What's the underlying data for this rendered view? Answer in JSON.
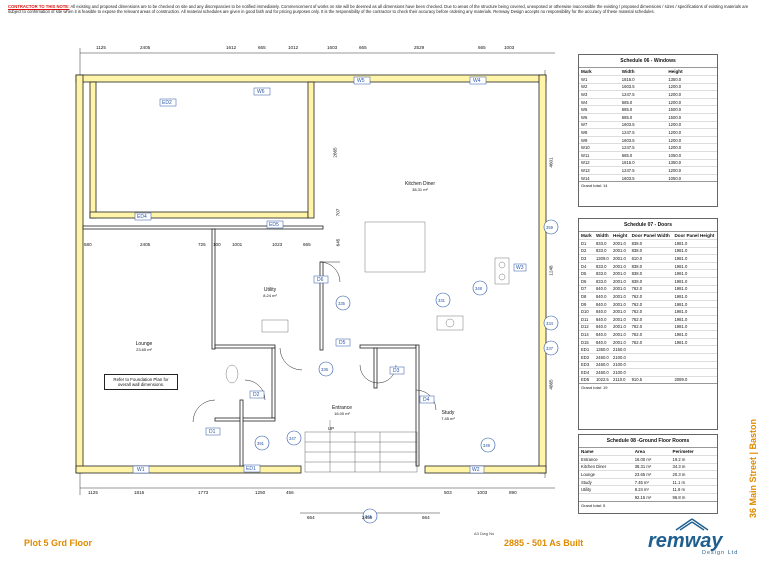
{
  "note": {
    "heading": "CONTRACTOR TO THIS NOTE:",
    "text": "All existing and proposed dimensions are to be checked on site and any discrepancies to be notified immediately. Commencement of works on site will be deemed as all dimensions have been checked. Due to areas of the structure being covered, unexposed or otherwise inaccessible the existing / proposed dimensions / sizes / specifications of existing materials are subject to confirmation of site when it is feasible to expose the relevant areas of construction. All material schedules are given in good faith and for pricing purposes only. It is the responsibility of the contractor to check their accuracy before ordering any materials. Remway Design accepts no responsibility for the accuracy of these material schedules."
  },
  "dims_top": [
    "1125",
    "2405",
    "1612",
    "665",
    "1012",
    "1603",
    "665",
    "2529",
    "665",
    "1003"
  ],
  "dims_bottom": [
    "1125",
    "1816",
    "1773",
    "1250",
    "456",
    "503",
    "1003",
    "890"
  ],
  "dims_bottom2": [
    "664",
    "2450",
    "664"
  ],
  "dims_right": [
    "4601",
    "1248",
    "4865"
  ],
  "dims_inner": [
    "580",
    "2405",
    "725",
    "100",
    "1001",
    "1023",
    "665"
  ],
  "dims_vert": [
    "2665",
    "707",
    "645"
  ],
  "rooms": {
    "kitchen": {
      "name": "Kitchen Diner",
      "area": "38.31 m²"
    },
    "utility": {
      "name": "Utility",
      "area": "8.24 m²"
    },
    "lounge": {
      "name": "Lounge",
      "area": "23.65 m²"
    },
    "entrance": {
      "name": "Entrance",
      "area": "16.00 m²"
    },
    "study": {
      "name": "Study",
      "area": "7.45 m²"
    }
  },
  "refer_note": [
    "Refer to Foundation Plan for",
    "overall wall dimensions."
  ],
  "up_label": "UP",
  "tags": {
    "windows": [
      "W6",
      "W5",
      "W4",
      "W3",
      "W1",
      "W2"
    ],
    "ext_doors": [
      "ED2",
      "ED4",
      "ED5",
      "ED1"
    ],
    "doors": [
      "D5",
      "D6",
      "D1",
      "D2",
      "D3",
      "D4"
    ],
    "circles": [
      "359",
      "334",
      "337",
      "348",
      "331",
      "335",
      "336",
      "347",
      "349",
      "391",
      "341"
    ]
  },
  "windows": {
    "title": "Schedule 06 - Windows",
    "cols": [
      "Mark",
      "Width",
      "Height"
    ],
    "rows": [
      [
        "W1",
        "1816.0",
        "1350.0"
      ],
      [
        "W2",
        "1603.5",
        "1200.0"
      ],
      [
        "W3",
        "1247.5",
        "1200.0"
      ],
      [
        "W4",
        "685.0",
        "1200.0"
      ],
      [
        "W5",
        "685.0",
        "1500.0"
      ],
      [
        "W6",
        "685.0",
        "1500.0"
      ],
      [
        "W7",
        "1603.5",
        "1200.0"
      ],
      [
        "W8",
        "1247.5",
        "1200.0"
      ],
      [
        "W9",
        "1603.5",
        "1200.0"
      ],
      [
        "W10",
        "1247.5",
        "1200.0"
      ],
      [
        "W11",
        "685.0",
        "1050.0"
      ],
      [
        "W12",
        "1816.0",
        "1350.0"
      ],
      [
        "W13",
        "1247.5",
        "1200.0"
      ],
      [
        "W14",
        "1603.5",
        "1050.0"
      ]
    ],
    "footer": "Grand total: 14"
  },
  "doors": {
    "title": "Schedule 07 - Doors",
    "cols": [
      "Mark",
      "Width",
      "Height",
      "Door Panel Width",
      "Door Panel Height"
    ],
    "rows": [
      [
        "D1",
        "833.0",
        "2001.0",
        "838.0",
        "1981.0"
      ],
      [
        "D2",
        "833.0",
        "2001.0",
        "838.0",
        "1981.0"
      ],
      [
        "D3",
        "1309.0",
        "2001.0",
        "610.0",
        "1981.0"
      ],
      [
        "D4",
        "833.0",
        "2001.0",
        "838.0",
        "1981.0"
      ],
      [
        "D5",
        "833.0",
        "2001.0",
        "838.0",
        "1981.0"
      ],
      [
        "D6",
        "833.0",
        "2001.0",
        "838.0",
        "1981.0"
      ],
      [
        "D7",
        "840.0",
        "2001.0",
        "762.0",
        "1981.0"
      ],
      [
        "D8",
        "840.0",
        "2001.0",
        "762.0",
        "1981.0"
      ],
      [
        "D9",
        "840.0",
        "2001.0",
        "762.0",
        "1981.0"
      ],
      [
        "D10",
        "840.0",
        "2001.0",
        "762.0",
        "1981.0"
      ],
      [
        "D11",
        "840.0",
        "2001.0",
        "762.0",
        "1981.0"
      ],
      [
        "D12",
        "840.0",
        "2001.0",
        "762.0",
        "1981.0"
      ],
      [
        "D14",
        "840.0",
        "2001.0",
        "762.0",
        "1981.0"
      ],
      [
        "D15",
        "840.0",
        "2001.0",
        "762.0",
        "1981.0"
      ],
      [
        "ED1",
        "1350.0",
        "2150.0",
        "",
        ""
      ],
      [
        "ED2",
        "2460.0",
        "2100.0",
        "",
        ""
      ],
      [
        "ED3",
        "2460.0",
        "2100.0",
        "",
        ""
      ],
      [
        "ED4",
        "2460.0",
        "2100.0",
        "",
        ""
      ],
      [
        "ED5",
        "1022.5",
        "2110.0",
        "910.5",
        "2089.0"
      ]
    ],
    "footer": "Grand total: 19"
  },
  "rooms_table": {
    "title": "Schedule 08 -Ground Floor Rooms",
    "cols": [
      "Name",
      "Area",
      "Perimeter"
    ],
    "rows": [
      [
        "Entrance",
        "16.00 m²",
        "19.2 m"
      ],
      [
        "Kitchen Diner",
        "38.31 m²",
        "34.3 m"
      ],
      [
        "Lounge",
        "23.65 m²",
        "20.3 m"
      ],
      [
        "Study",
        "7.45 m²",
        "11.1 m"
      ],
      [
        "Utility",
        "8.24 m²",
        "11.9 m"
      ],
      [
        "",
        "92.15 m²",
        "96.8 m"
      ]
    ],
    "footer": "Grand total: 5"
  },
  "title_block": {
    "plot": "Plot 5 Grd Floor",
    "dwg_no": "A3 Dwg No",
    "as_built": "2885 - 501 As Built",
    "address": "36 Main Street | Baston",
    "logo": "remway",
    "logo_sub": "Design Ltd"
  },
  "colors": {
    "wall_fill": "#fff4a8",
    "wall_line": "#222",
    "accent": "#e08a00",
    "tag": "#2a56a8",
    "logo": "#1f5f8f"
  }
}
